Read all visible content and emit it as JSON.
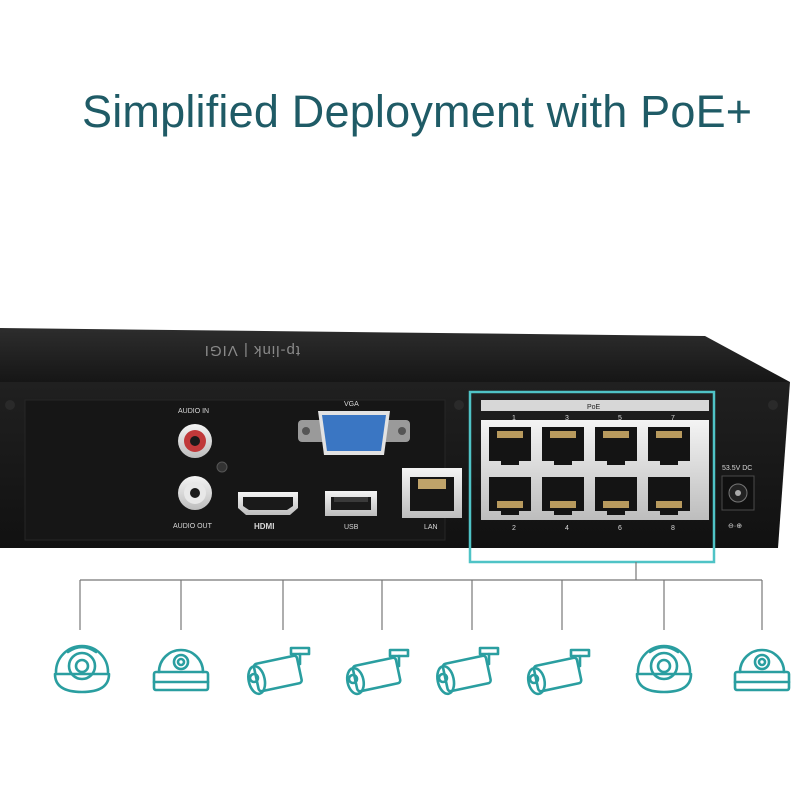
{
  "headline": "Simplified Deployment with PoE+",
  "device": {
    "brand_text": "tp-link | VIGI",
    "labels": {
      "audio_in": "AUDIO IN",
      "audio_out": "AUDIO OUT",
      "vga": "VGA",
      "hdmi": "HDMI",
      "usb": "USB",
      "lan": "LAN",
      "poe": "PoE",
      "dc": "53.5V DC"
    },
    "poe_ports_top": [
      "1",
      "3",
      "5",
      "7"
    ],
    "poe_ports_bottom": [
      "2",
      "4",
      "6",
      "8"
    ]
  },
  "colors": {
    "accent": "#4fc3c6",
    "icon_teal": "#2a9ea0",
    "headline": "#1f5b66",
    "chassis": "#1b1b1b"
  },
  "cameras": [
    {
      "type": "turret-camera-icon"
    },
    {
      "type": "dome-camera-icon"
    },
    {
      "type": "bullet-camera-icon"
    },
    {
      "type": "bullet-camera-icon"
    },
    {
      "type": "bullet-camera-icon"
    },
    {
      "type": "bullet-camera-icon"
    },
    {
      "type": "turret-camera-icon"
    },
    {
      "type": "dome-camera-icon"
    }
  ]
}
